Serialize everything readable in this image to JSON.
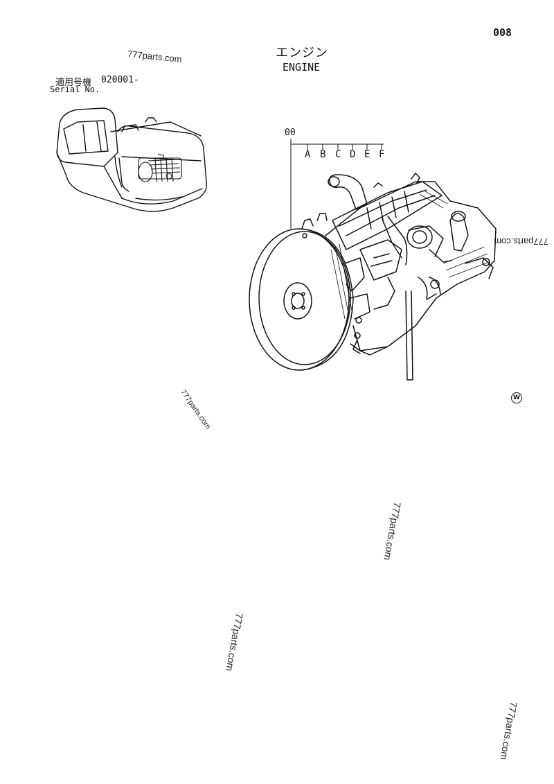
{
  "page": {
    "number": "008"
  },
  "title": {
    "japanese": "エンジン",
    "english": "ENGINE"
  },
  "serial": {
    "label_ja": "適用号機",
    "value": "020001-",
    "label_en": "Serial No."
  },
  "callout": {
    "group_code": "00",
    "letters": [
      "A",
      "B",
      "C",
      "D",
      "E",
      "F"
    ]
  },
  "watermark": "777parts.com",
  "symbol": "W",
  "icons": {
    "excavator": "excavator-location-icon",
    "engine": "engine-assembly-icon"
  }
}
